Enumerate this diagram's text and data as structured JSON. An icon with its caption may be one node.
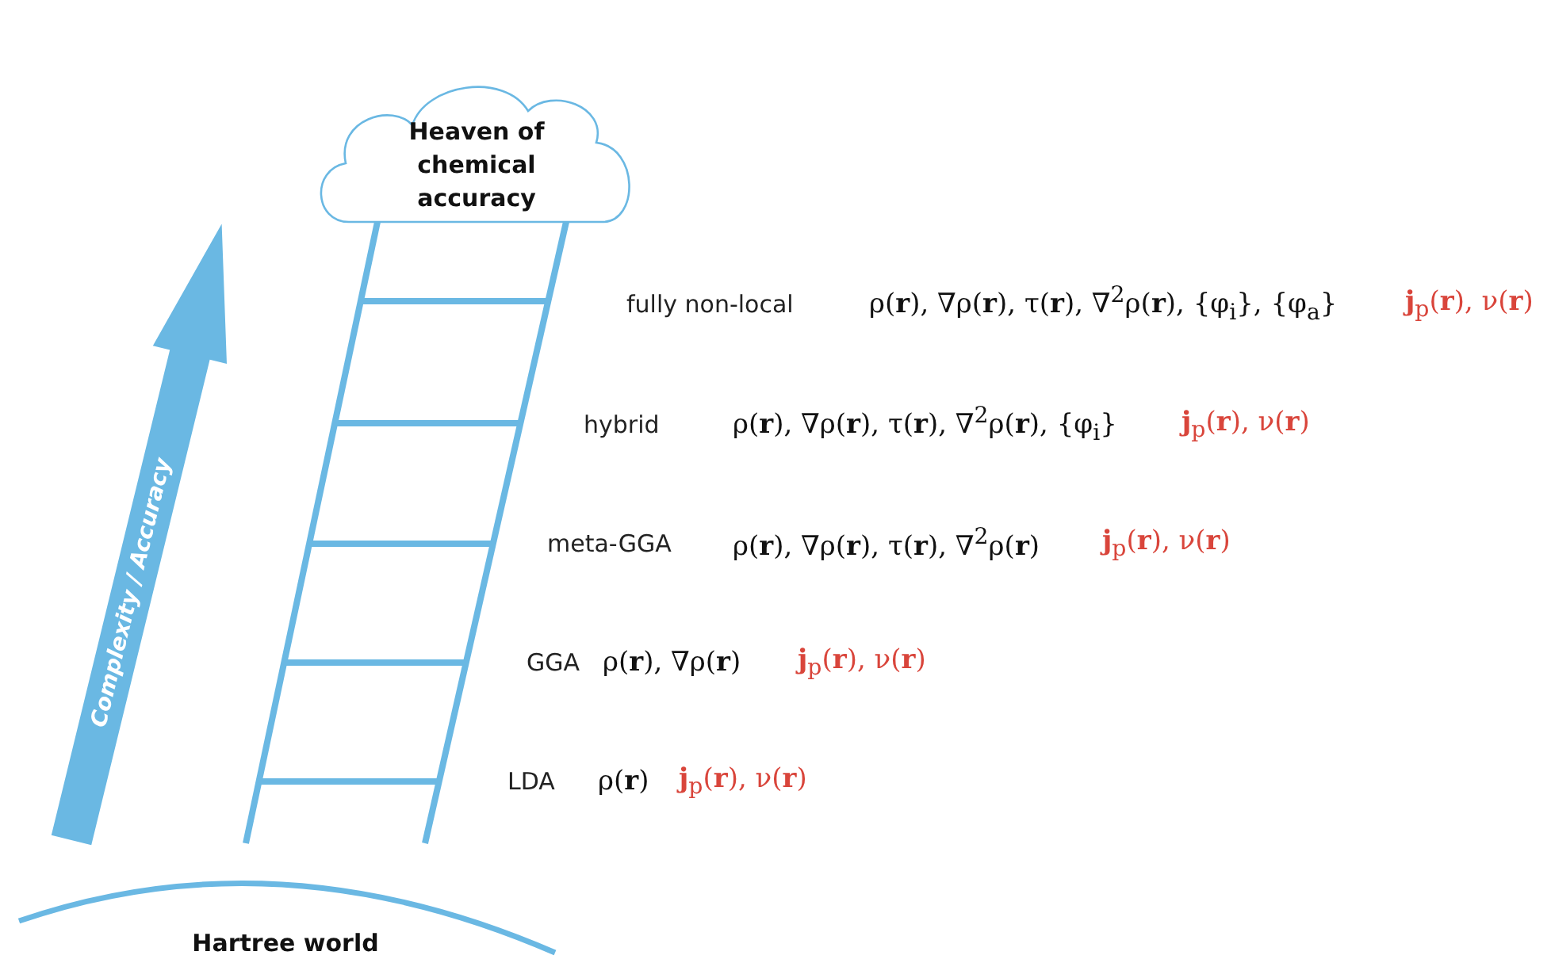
{
  "diagram": {
    "nodes": [
      {
        "text": [
          "Heaven of chemical accuracy"
        ]
      },
      {
        "text": [
          "Hartree world"
        ]
      }
    ],
    "labels": [
      "Complexity / Accuracy",
      "fully non-local",
      "ρ(**r**), ∇ρ(**r**), τ(**r**), ∇$^{2}$ρ(**r**), {φ$_{i}$}, {φ$_{a}$}",
      "**j**$_{p}$(**r**), ν(**r**)",
      "hybrid",
      "ρ(**r**), ∇ρ(**r**), τ(**r**), ∇$^{2}$ρ(**r**), {φ$_{i}$}",
      "**j**$_{p}$(**r**), ν(**r**)",
      "meta-GGA",
      "ρ(**r**), ∇ρ(**r**), τ(**r**), ∇$^{2}$ρ(**r**)",
      "**j**$_{p}$(**r**), ν(**r**)",
      "GGA",
      "ρ(**r**), ∇ρ(**r**)",
      "**j**$_{p}$(**r**), ν(**r**)",
      "LDA",
      "ρ(**r**)",
      "**j**$_{p}$(**r**), ν(**r**)"
    ]
  }
}
